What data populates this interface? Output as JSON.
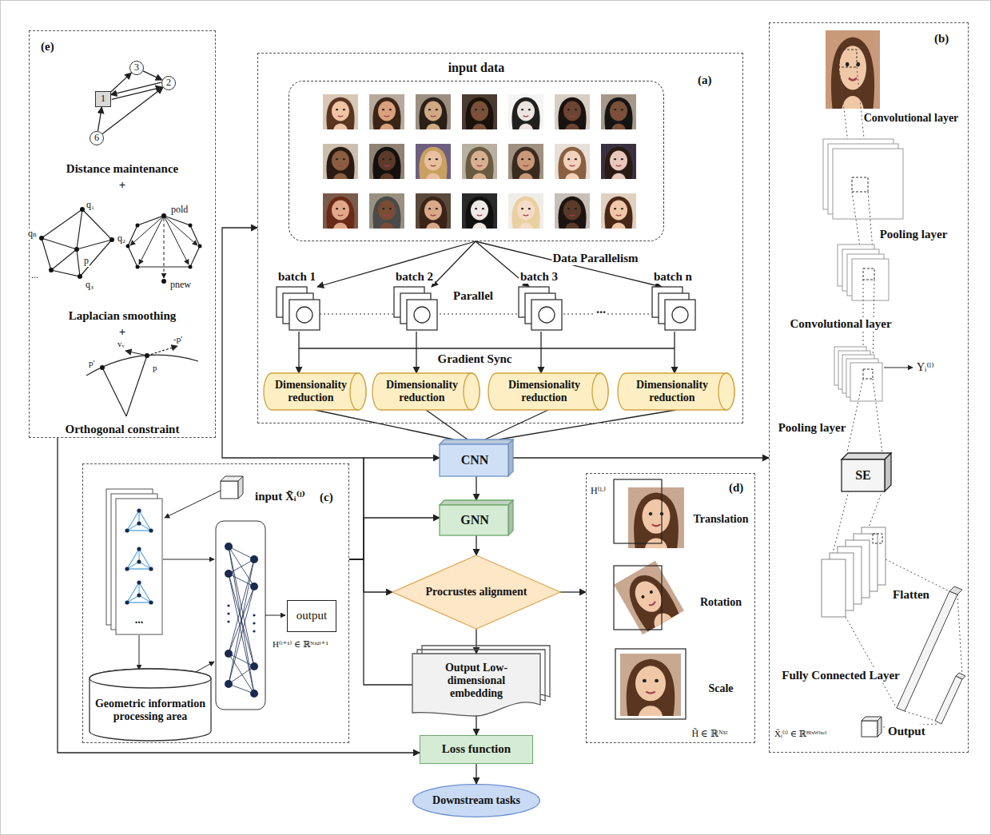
{
  "diagram": {
    "nodes": [
      {
        "text": [
          "(e)"
        ]
      },
      {
        "text": [
          "1"
        ],
        "in": 0
      },
      {
        "text": [
          "3"
        ],
        "in": 0
      },
      {
        "text": [
          "2"
        ],
        "in": 0
      },
      {
        "text": [
          "6"
        ],
        "in": 0
      },
      {
        "text": [
          "(a)"
        ]
      },
      {
        "text": [
          "input data"
        ],
        "in": 5
      },
      {
        "text": [
          "batch 1"
        ],
        "in": 5
      },
      {
        "text": [
          "batch 2"
        ],
        "in": 5
      },
      {
        "text": [
          "batch 3"
        ],
        "in": 5
      },
      {
        "text": [
          "batch n"
        ],
        "in": 5
      },
      {
        "text": [
          "Dimensionality reduction"
        ],
        "in": 5
      },
      {
        "text": [
          "Dimensionality reduction"
        ],
        "in": 5
      },
      {
        "text": [
          "Dimensionality reduction"
        ],
        "in": 5
      },
      {
        "text": [
          "Dimensionality reduction"
        ],
        "in": 5
      },
      {
        "text": [
          "(b)"
        ]
      },
      {
        "text": [
          "SE"
        ],
        "in": 15
      },
      {
        "text": [
          "(c)"
        ]
      },
      {
        "text": [
          "output"
        ],
        "in": 17
      },
      {
        "text": [
          "Geometric information processing area"
        ],
        "in": 17
      },
      {
        "text": [
          "(d)"
        ]
      },
      {
        "text": [
          "CNN"
        ]
      },
      {
        "text": [
          "GNN"
        ]
      },
      {
        "text": [
          "Procrustes alignment"
        ]
      },
      {
        "text": [
          "Output Low-dimensional embedding"
        ]
      },
      {
        "text": [
          "Loss function"
        ]
      },
      {
        "text": [
          "Downstream tasks"
        ]
      }
    ],
    "edges": [
      {
        "from": 1,
        "to": 2,
        "arrow": "to"
      },
      {
        "from": 2,
        "to": 3,
        "arrow": "to"
      },
      {
        "from": 3,
        "to": 1,
        "arrow": "to"
      },
      {
        "from": 1,
        "to": 3,
        "arrow": "to"
      },
      {
        "from": 4,
        "to": 1,
        "arrow": "to"
      },
      {
        "from": 4,
        "to": 3,
        "arrow": "to"
      },
      {
        "from": 6,
        "to": 7,
        "arrow": "to"
      },
      {
        "from": 6,
        "to": 8,
        "arrow": "to"
      },
      {
        "from": 6,
        "to": 9,
        "arrow": "to"
      },
      {
        "from": 6,
        "to": 10,
        "arrow": "to"
      },
      {
        "from": 7,
        "to": 11,
        "arrow": "to"
      },
      {
        "from": 8,
        "to": 12,
        "arrow": "to"
      },
      {
        "from": 9,
        "to": 13,
        "arrow": "to"
      },
      {
        "from": 10,
        "to": 14,
        "arrow": "to"
      },
      {
        "from": 11,
        "to": 21,
        "arrow": "none"
      },
      {
        "from": 12,
        "to": 21,
        "arrow": "none"
      },
      {
        "from": 13,
        "to": 21,
        "arrow": "none"
      },
      {
        "from": 14,
        "to": 21,
        "arrow": "none"
      },
      {
        "from": 21,
        "to": 22,
        "arrow": "to"
      },
      {
        "from": 22,
        "to": 23,
        "arrow": "to"
      },
      {
        "from": 23,
        "to": 24,
        "arrow": "to"
      },
      {
        "from": 24,
        "to": 25,
        "arrow": "to"
      },
      {
        "from": 25,
        "to": 26,
        "arrow": "to"
      },
      {
        "from": 21,
        "to": 15,
        "arrow": "to"
      },
      {
        "from": 23,
        "to": 20,
        "arrow": "to"
      },
      {
        "from": 17,
        "to": 21,
        "arrow": "to"
      },
      {
        "from": 17,
        "to": 22,
        "arrow": "to"
      },
      {
        "from": 17,
        "to": 23,
        "arrow": "to"
      },
      {
        "from": 17,
        "to": 24,
        "arrow": "none"
      },
      {
        "from": 17,
        "to": 5,
        "arrow": "to"
      },
      {
        "from": 0,
        "to": 25,
        "arrow": "to"
      }
    ],
    "labels": [
      "Distance maintenance",
      "+",
      "q₁",
      "qₙ",
      "p",
      "q₂",
      "q₃",
      "...",
      "pold",
      "pnew",
      "Laplacian smoothing",
      "+",
      "vᵥ",
      "-p'",
      "p'",
      "p",
      "Orthogonal constraint",
      "Data Parallelism",
      "Parallel",
      "...",
      "Gradient Sync",
      "Convolutional layer",
      "Pooling layer",
      "Convolutional layer",
      "Yᵢ⁽ˡ⁾",
      "Pooling layer",
      "Flatten",
      "Fully Connected Layer",
      "X̂ᵢ⁽ˡ⁾ ∈ ℝᴴˡˣᵂˡˣᶜˡ",
      "Output",
      "input X̃ᵢ⁽ˡ⁾",
      "...",
      "H⁽ˡ⁺¹⁾ ∈ ℝᴺˣᵈˡ⁺¹",
      "H⁽ᴸ⁾",
      "Translation",
      "Rotation",
      "Scale",
      "H̃ ∈ ℝᴺˣʳ"
    ]
  }
}
